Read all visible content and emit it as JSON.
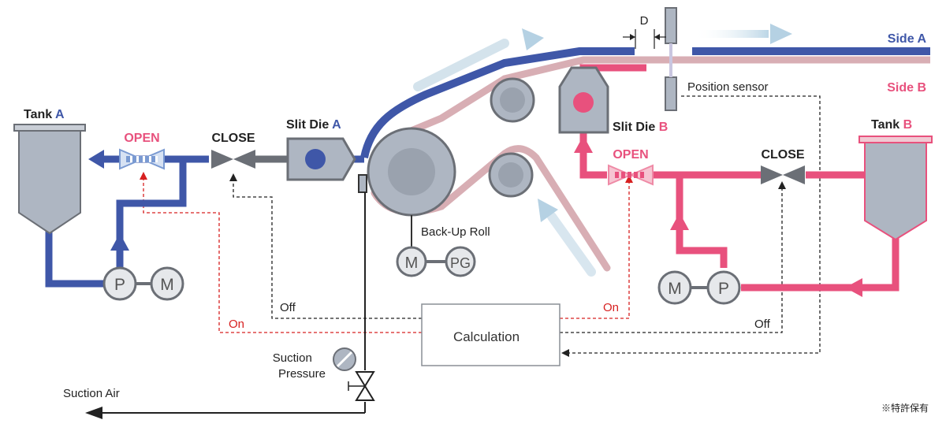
{
  "colors": {
    "blue": "#3f57a8",
    "pink": "#e8517d",
    "light_pink": "#d8aeb4",
    "gray_body": "#aeb6c2",
    "gray_dark": "#6b6f76",
    "red_dashed": "#d72020",
    "arrow_light": "#c9dde9"
  },
  "tank_a": {
    "label": "Tank",
    "accent": "A"
  },
  "tank_b": {
    "label": "Tank",
    "accent": "B"
  },
  "valve_a_open": "OPEN",
  "valve_a_close": "CLOSE",
  "valve_b_open": "OPEN",
  "valve_b_close": "CLOSE",
  "slit_die_a": {
    "label": "Slit Die",
    "accent": "A"
  },
  "slit_die_b": {
    "label": "Slit Die",
    "accent": "B"
  },
  "side_a": "Side A",
  "side_b": "Side B",
  "gap_label": "D",
  "position_sensor": "Position sensor",
  "back_up_roll": "Back-Up Roll",
  "motor_symbol": "M",
  "pump_symbol": "P",
  "pg_symbol": "PG",
  "calculation": "Calculation",
  "signal_off_a": "Off",
  "signal_on_a": "On",
  "signal_on_b": "On",
  "signal_off_b": "Off",
  "suction_pressure_line1": "Suction",
  "suction_pressure_line2": "Pressure",
  "suction_air": "Suction Air",
  "patent_note": "※特許保有"
}
